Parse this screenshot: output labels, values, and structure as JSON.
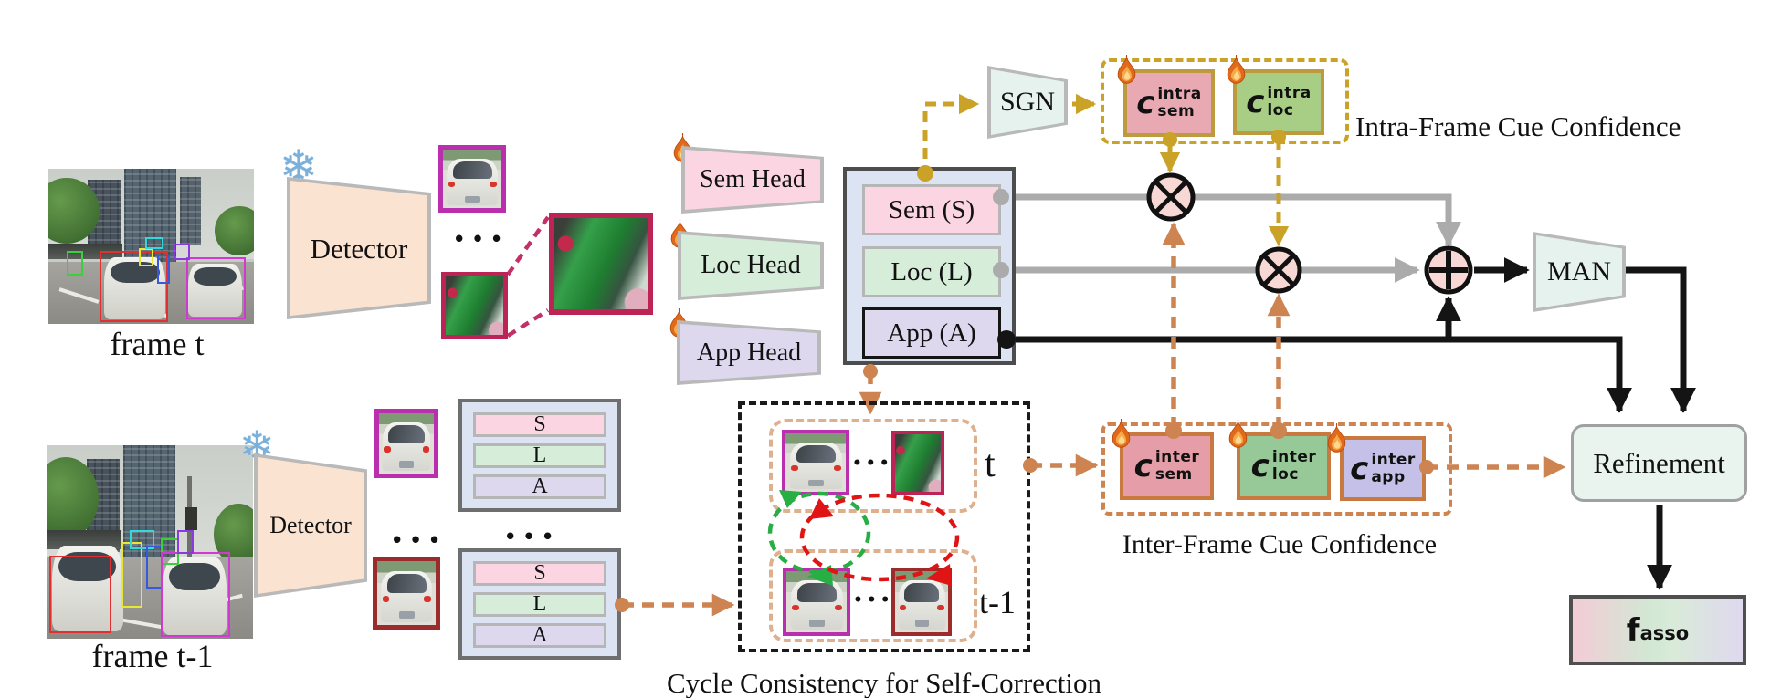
{
  "labels": {
    "frame_t": "frame t",
    "frame_t1": "frame t-1",
    "detector": "Detector",
    "sem_head": "Sem Head",
    "loc_head": "Loc Head",
    "app_head": "App Head",
    "sem_s": "Sem (S)",
    "loc_l": "Loc (L)",
    "app_a": "App (A)",
    "sgn": "SGN",
    "man": "MAN",
    "refinement": "Refinement",
    "intra_title": "Intra-Frame Cue Confidence",
    "inter_title": "Inter-Frame Cue Confidence",
    "cycle_title": "Cycle Consistency for Self-Correction",
    "t": "t",
    "t_minus_1": "t-1",
    "s": "S",
    "l": "L",
    "a": "A",
    "dots": "•••"
  },
  "confidences": {
    "intra_sem": {
      "base": "c",
      "sup": "intra",
      "sub": "sem"
    },
    "intra_loc": {
      "base": "c",
      "sup": "intra",
      "sub": "loc"
    },
    "inter_sem": {
      "base": "c",
      "sup": "inter",
      "sub": "sem"
    },
    "inter_loc": {
      "base": "c",
      "sup": "inter",
      "sub": "loc"
    },
    "inter_app": {
      "base": "c",
      "sup": "inter",
      "sub": "app"
    }
  },
  "output": {
    "base": "f",
    "sub": "asso"
  },
  "colors": {
    "golden_dashed": "#c9a227",
    "orange_dashed": "#cd8450",
    "gray_line": "#ababab",
    "black_line": "#141414",
    "sem_pink": "#fbd6e2",
    "loc_green": "#d6edd9",
    "app_lavender": "#ddd8ee",
    "detector_peach": "#fbe3d2",
    "module_mint": "#e6f2ee",
    "intra_sem_fill": "#e9a9b2",
    "intra_loc_fill": "#a8cd85",
    "inter_sem_fill": "#e59da8",
    "inter_loc_fill": "#97c897",
    "inter_app_fill": "#c4c0e7",
    "magenta_crop": "#b92fae",
    "crimson_crop": "#bd2456",
    "dark_red_crop": "#9c2b2b",
    "cycle_green": "#27ae45",
    "cycle_red": "#e01414"
  }
}
